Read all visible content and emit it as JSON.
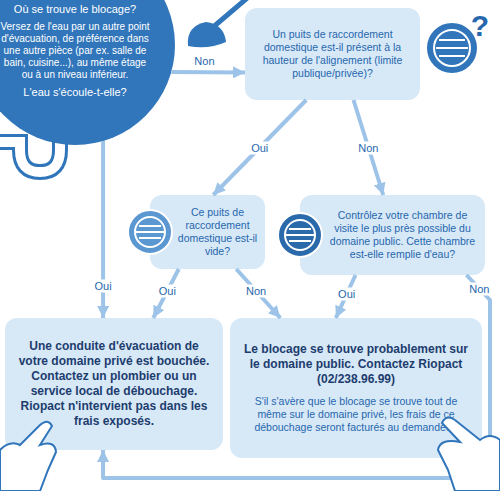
{
  "diagram": {
    "nodes": [
      {
        "text": [
          "Où se trouve le blocage?",
          "Versez de l'eau par un autre point d'évacuation, de préférence dans une autre pièce (par ex. salle de bain, cuisine...), au même étage ou à un niveau inférieur.",
          "L'eau s'écoule-t-elle?"
        ]
      },
      {
        "text": [
          "Un puits de raccordement domestique est-il présent à la hauteur de l'alignement (limite publique/privée)?"
        ]
      },
      {
        "text": [
          "Ce puits de raccordement domestique est-il vide?"
        ]
      },
      {
        "text": [
          "Contrôlez votre chambre de visite le plus près possible du domaine public. Cette chambre est-elle remplie d'eau?"
        ]
      },
      {
        "text": [
          "Une conduite d'évacuation de votre domaine privé est bouchée. Contactez un plombier ou un service local de débouchage. Riopact n'intervient pas dans les frais exposés."
        ]
      },
      {
        "text": [
          "Le blocage se trouve probablement sur le domaine public. Contactez Riopact (02/238.96.99)",
          "S'il s'avère que le blocage se trouve tout de même sur le domaine privé, les frais de ce débouchage seront facturés au demandeur."
        ]
      }
    ],
    "edges": [
      {
        "from": 0,
        "to": 1,
        "label": "Non",
        "arrow": "to"
      },
      {
        "from": 0,
        "to": 4,
        "label": "Oui",
        "arrow": "to"
      },
      {
        "from": 1,
        "to": 2,
        "label": "Oui",
        "arrow": "to"
      },
      {
        "from": 1,
        "to": 3,
        "label": "Non",
        "arrow": "to"
      },
      {
        "from": 2,
        "to": 4,
        "label": "Oui",
        "arrow": "to"
      },
      {
        "from": 2,
        "to": 5,
        "label": "Non",
        "arrow": "to"
      },
      {
        "from": 3,
        "to": 5,
        "label": "Oui",
        "arrow": "to"
      },
      {
        "from": 3,
        "to": 4,
        "label": "Non",
        "arrow": "to"
      }
    ],
    "labels": [
      "?"
    ]
  }
}
